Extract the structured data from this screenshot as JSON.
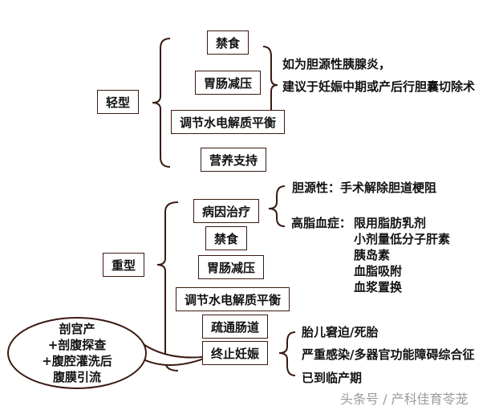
{
  "light": {
    "label": "轻型",
    "items": [
      "禁食",
      "胃肠减压",
      "调节水电解质平衡",
      "营养支持"
    ],
    "note": [
      "如为胆源性胰腺炎，",
      "建议于妊娠中期或产后行胆囊切除术"
    ]
  },
  "severe": {
    "label": "重型",
    "items": [
      "病因治疗",
      "禁食",
      "胃肠减压",
      "调节水电解质平衡",
      "疏通肠道",
      "终止妊娠"
    ],
    "cause": {
      "biliary": "胆源性：手术解除胆道梗阻",
      "lipid_label": "高脂血症：",
      "lipid_items": [
        "限用脂肪乳剂",
        "小剂量低分子肝素",
        "胰岛素",
        "血脂吸附",
        "血浆置换"
      ]
    },
    "termination_reasons": [
      "胎儿窘迫/死胎",
      "严重感染/多器官功能障碍综合征",
      "已到临产期"
    ]
  },
  "surgery_bubble": [
    "剖宫产",
    "+剖腹探查",
    "+腹腔灌洗后",
    "腹膜引流"
  ],
  "watermark": "头条号 / 产科佳育苓茏",
  "colors": {
    "border": "#3a1a12",
    "line": "#3a1a12",
    "watermark": "#9a9a9a"
  }
}
